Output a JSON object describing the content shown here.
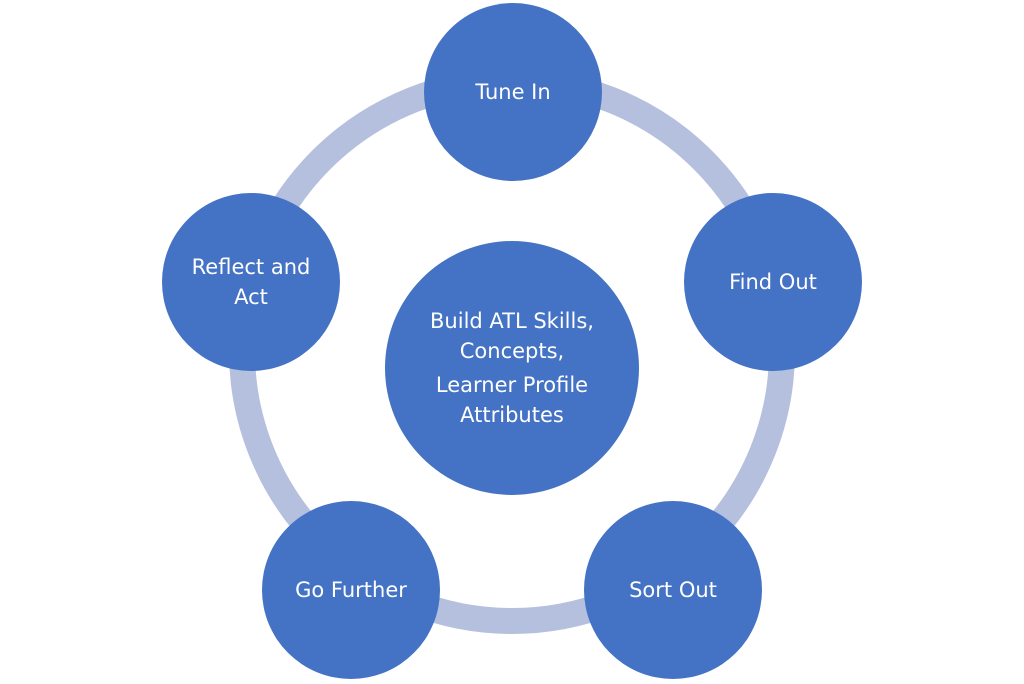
{
  "colors": {
    "node_fill": "#4472c4",
    "ring_stroke": "#b4c0de",
    "text": "#ffffff",
    "background": "#ffffff"
  },
  "cycle": {
    "center": {
      "lines": [
        "Build ATL Skills,",
        "Concepts,",
        "Learner Profile",
        "Attributes"
      ]
    },
    "stages": [
      {
        "lines": [
          "Tune In"
        ]
      },
      {
        "lines": [
          "Find Out"
        ]
      },
      {
        "lines": [
          "Sort Out"
        ]
      },
      {
        "lines": [
          "Go Further"
        ]
      },
      {
        "lines": [
          "Reflect and",
          "Act"
        ]
      }
    ]
  }
}
